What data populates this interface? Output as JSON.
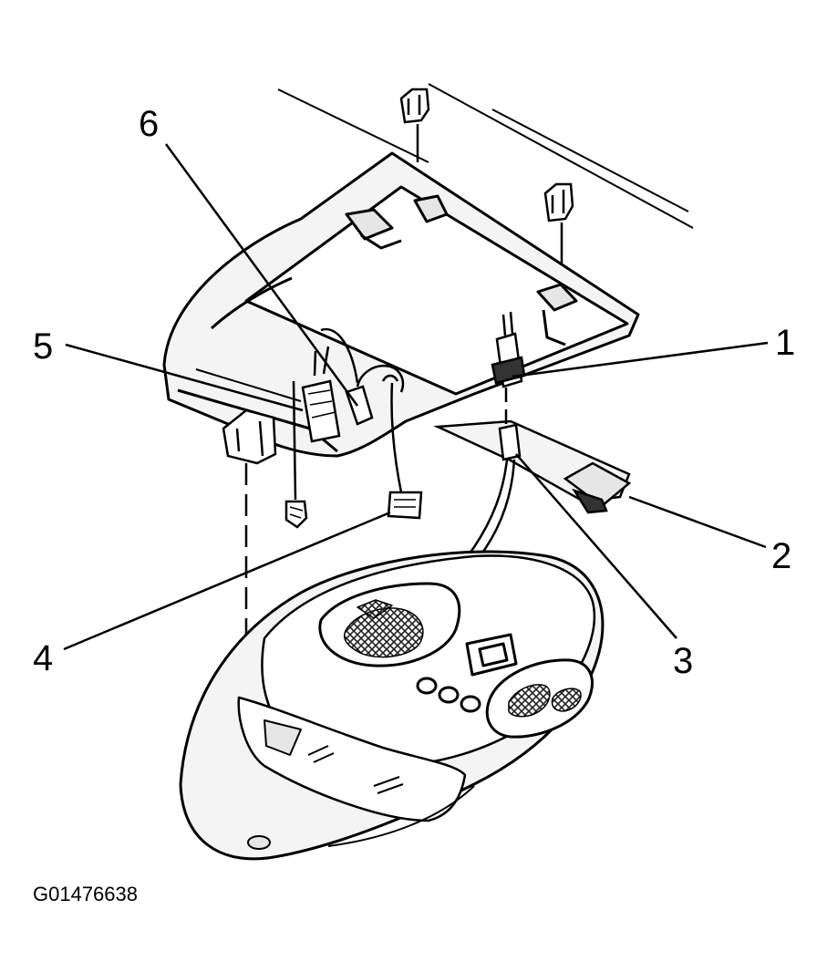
{
  "figure": {
    "id": "G01476638",
    "callouts": [
      {
        "num": "1"
      },
      {
        "num": "2"
      },
      {
        "num": "3"
      },
      {
        "num": "4"
      },
      {
        "num": "5"
      },
      {
        "num": "6"
      }
    ]
  },
  "colors": {
    "line": "#000000",
    "fill_light": "#f4f4f4",
    "fill_mid": "#e6e6e6",
    "grille": "#333333",
    "background": "#ffffff"
  }
}
